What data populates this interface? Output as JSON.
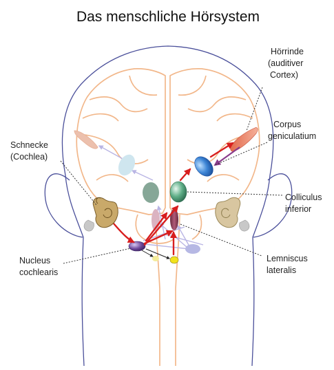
{
  "title": "Das menschliche Hörsystem",
  "labels": {
    "hoerrinde": [
      "Hörrinde",
      "(auditiver",
      "Cortex)"
    ],
    "corpus": [
      "Corpus",
      "geniculatium"
    ],
    "schnecke": [
      "Schnecke",
      "(Cochlea)"
    ],
    "colliculus": [
      "Colliculus",
      "inferior"
    ],
    "nucleus": [
      "Nucleus",
      "cochlearis"
    ],
    "lemniscus": [
      "Lemniscus",
      "lateralis"
    ]
  },
  "colors": {
    "head_outline": "#4a4f9a",
    "brain_outline": "#f2b78a",
    "pathway_active": "#d81e1e",
    "pathway_inactive": "#b9b5e4",
    "projection": "#8a3b8c"
  }
}
